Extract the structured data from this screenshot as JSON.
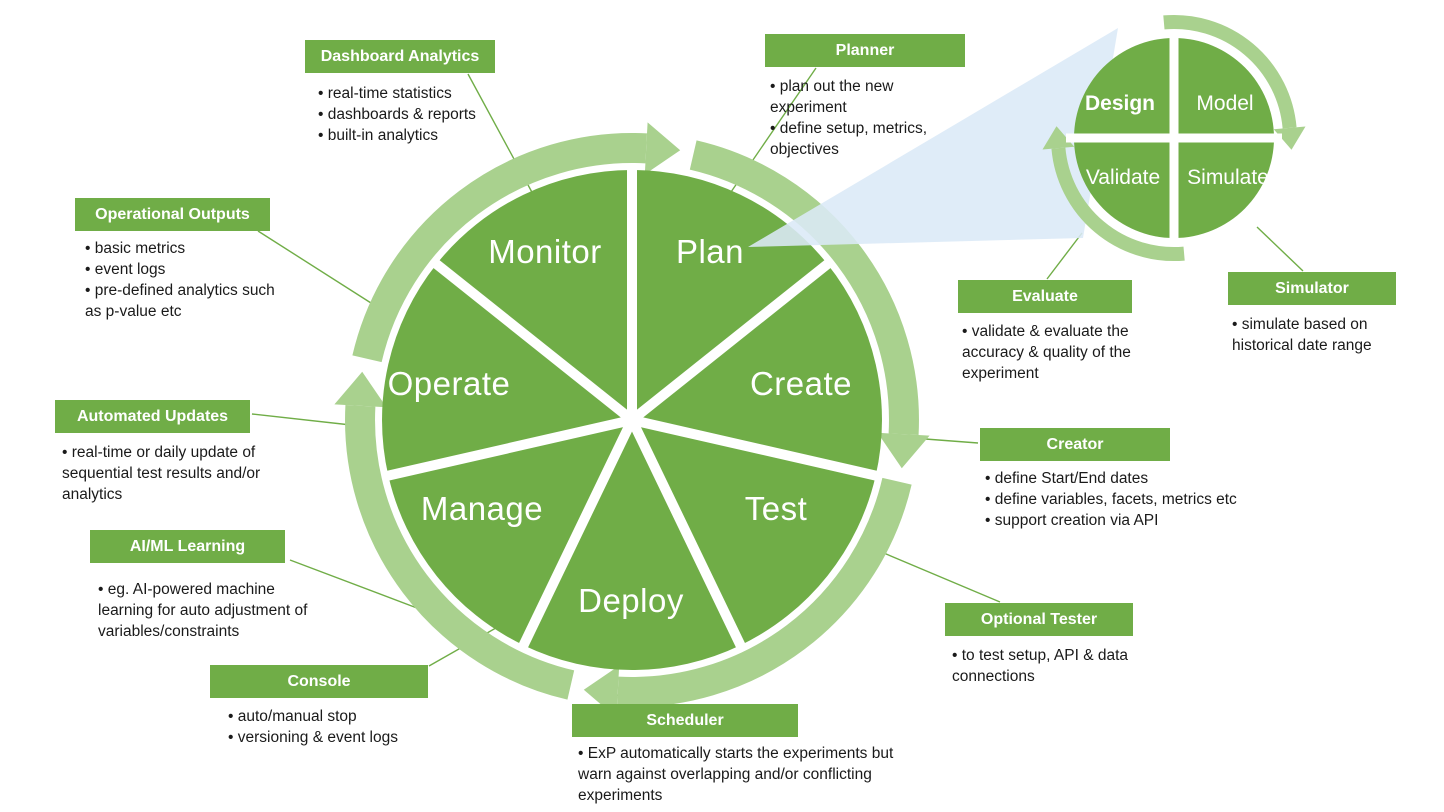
{
  "colors": {
    "green": "#70ad47",
    "light_green": "#a9d18e",
    "beam_blue": "#dbe9f7",
    "body_text": "#1a1a1a",
    "background": "#ffffff"
  },
  "wheel": {
    "segments": [
      {
        "label": "Plan"
      },
      {
        "label": "Create"
      },
      {
        "label": "Test"
      },
      {
        "label": "Deploy"
      },
      {
        "label": "Manage"
      },
      {
        "label": "Operate"
      },
      {
        "label": "Monitor"
      }
    ]
  },
  "mini_wheel": {
    "quadrants": [
      {
        "label": "Design"
      },
      {
        "label": "Model"
      },
      {
        "label": "Validate"
      },
      {
        "label": "Simulate"
      }
    ]
  },
  "callouts": {
    "dashboard_analytics": {
      "title": "Dashboard Analytics",
      "bullets": [
        "• real-time statistics",
        "• dashboards & reports",
        "• built-in analytics"
      ]
    },
    "planner": {
      "title": "Planner",
      "bullets": [
        "• plan out the new experiment",
        "• define setup, metrics, objectives"
      ]
    },
    "operational_outputs": {
      "title": "Operational Outputs",
      "bullets": [
        "• basic metrics",
        "• event logs",
        "• pre-defined analytics such as p-value etc"
      ]
    },
    "automated_updates": {
      "title": "Automated Updates",
      "bullets": [
        "• real-time or daily update of sequential test results and/or analytics"
      ]
    },
    "aiml_learning": {
      "title": "AI/ML Learning",
      "bullets": [
        "• eg. AI-powered machine learning for auto adjustment of variables/constraints"
      ]
    },
    "console": {
      "title": "Console",
      "bullets": [
        "• auto/manual stop",
        "• versioning & event logs"
      ]
    },
    "scheduler": {
      "title": "Scheduler",
      "bullets": [
        "• ExP automatically starts the experiments but warn against overlapping and/or conflicting experiments"
      ]
    },
    "optional_tester": {
      "title": "Optional Tester",
      "bullets": [
        "• to test setup, API & data connections"
      ]
    },
    "creator": {
      "title": "Creator",
      "bullets": [
        "• define Start/End dates",
        "• define variables, facets, metrics etc",
        "• support creation via API"
      ]
    },
    "evaluate": {
      "title": "Evaluate",
      "bullets": [
        "• validate & evaluate the accuracy & quality of the experiment"
      ]
    },
    "simulator": {
      "title": "Simulator",
      "bullets": [
        "• simulate based on historical date range"
      ]
    }
  }
}
